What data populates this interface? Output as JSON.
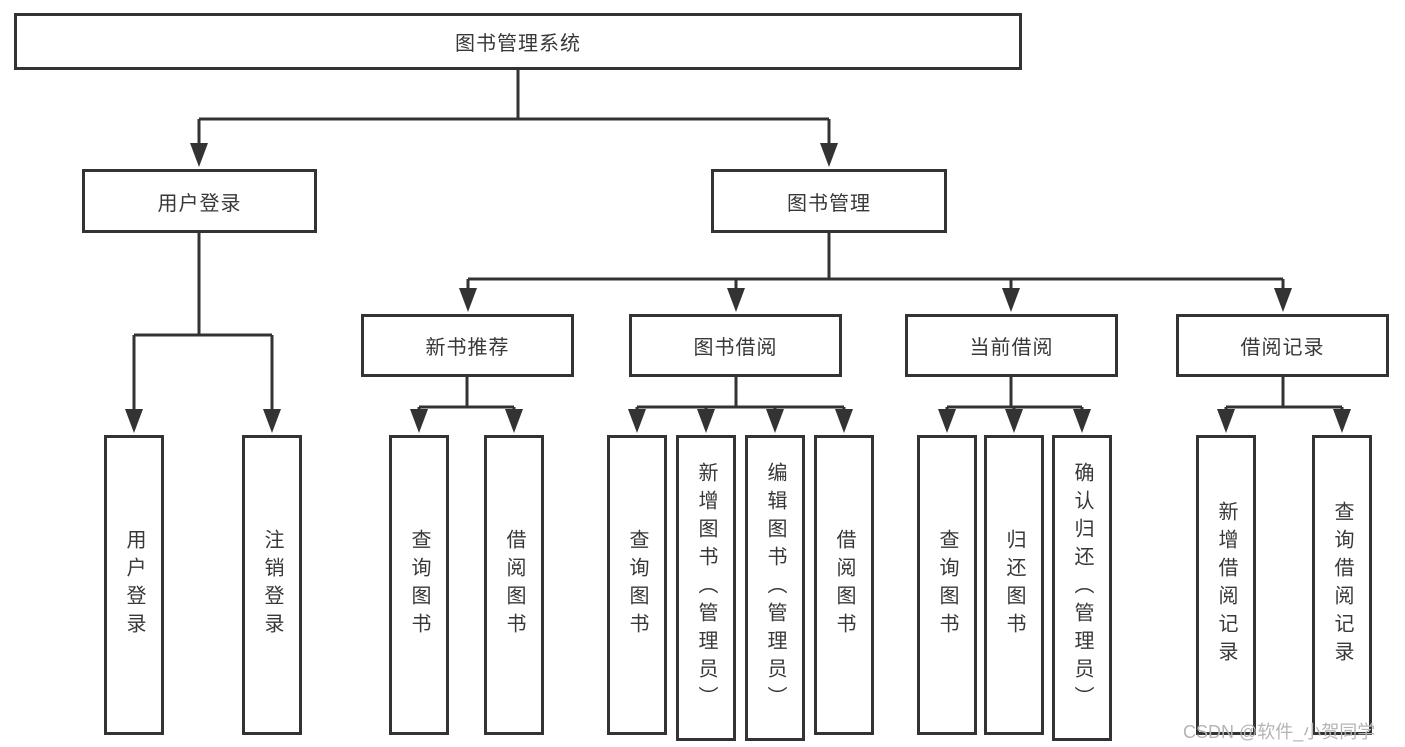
{
  "diagram": {
    "root": {
      "label": "图书管理系统"
    },
    "branches": [
      {
        "label": "用户登录",
        "children": [
          {
            "label": "用户登录"
          },
          {
            "label": "注销登录"
          }
        ]
      },
      {
        "label": "图书管理",
        "groups": [
          {
            "label": "新书推荐",
            "children": [
              {
                "label": "查询图书"
              },
              {
                "label": "借阅图书"
              }
            ]
          },
          {
            "label": "图书借阅",
            "children": [
              {
                "label": "查询图书"
              },
              {
                "label": "新增图书（管理员）"
              },
              {
                "label": "编辑图书（管理员）"
              },
              {
                "label": "借阅图书"
              }
            ]
          },
          {
            "label": "当前借阅",
            "children": [
              {
                "label": "查询图书"
              },
              {
                "label": "归还图书"
              },
              {
                "label": "确认归还（管理员）"
              }
            ]
          },
          {
            "label": "借阅记录",
            "children": [
              {
                "label": "新增借阅记录"
              },
              {
                "label": "查询借阅记录"
              }
            ]
          }
        ]
      }
    ],
    "watermark": "CSDN @软件_小贺同学",
    "colors": {
      "line": "#333333",
      "box_border": "#333333",
      "text": "#383838",
      "watermark": "#b4b4b4",
      "background": "#ffffff"
    }
  }
}
